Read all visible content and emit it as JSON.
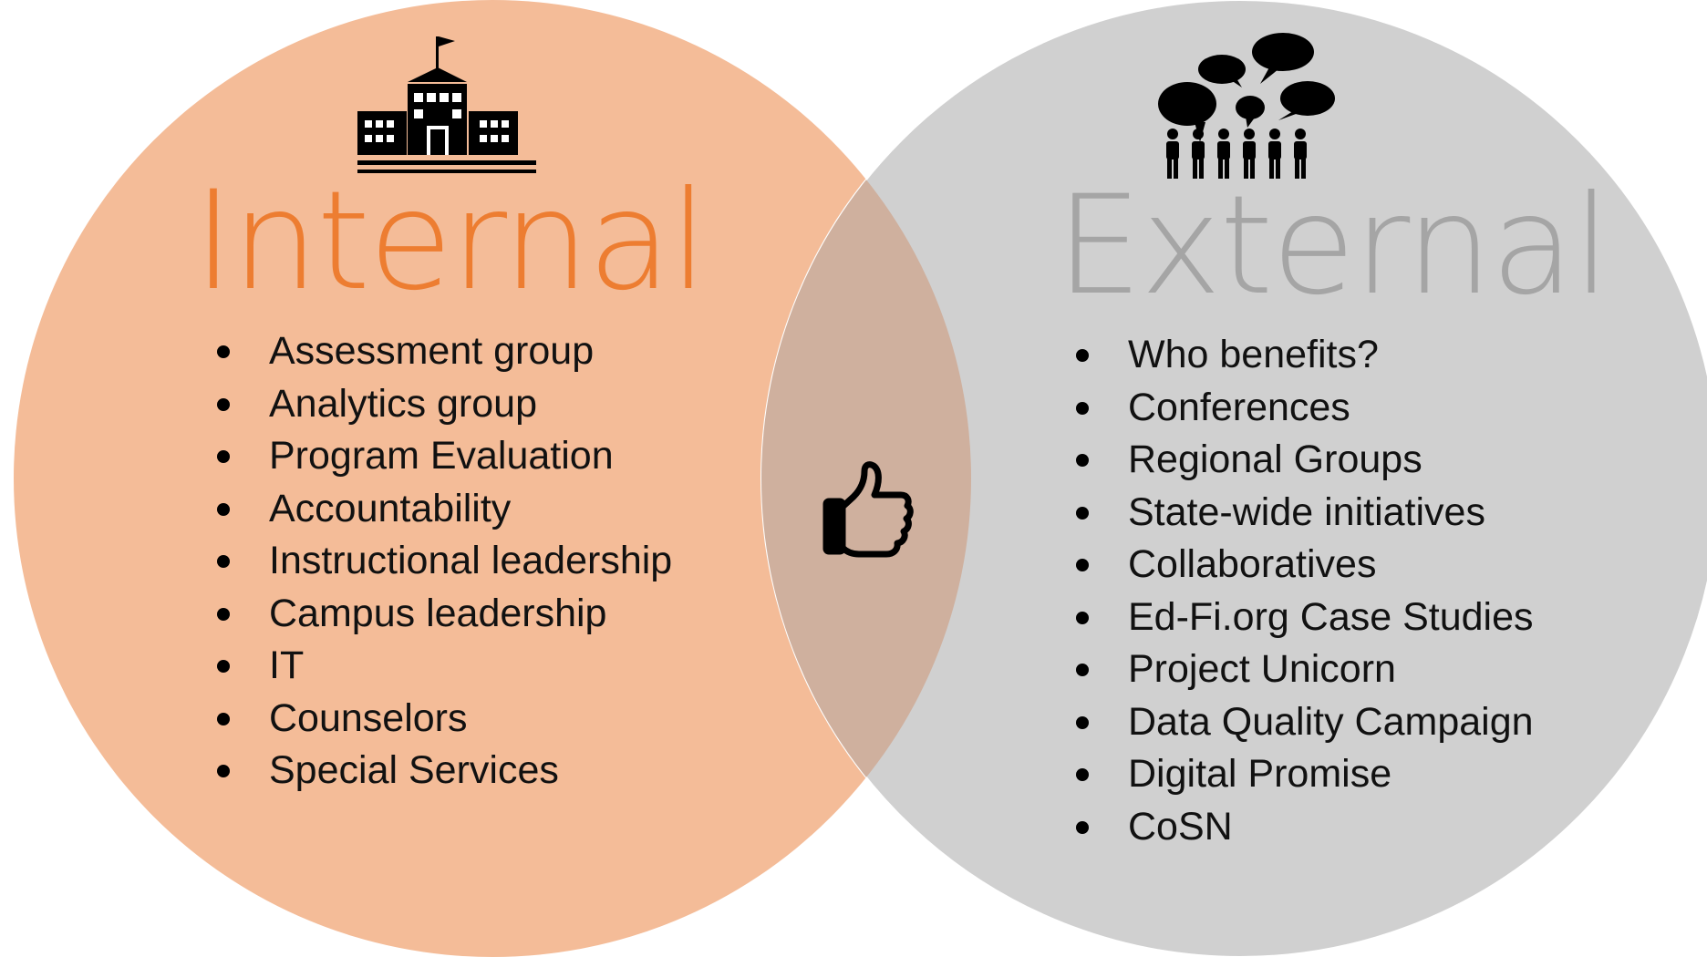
{
  "diagram": {
    "internal": {
      "title": "Internal",
      "icon": "school-building-icon",
      "color": "#F4BC98",
      "title_color": "#ED7D31",
      "items": [
        "Assessment group",
        "Analytics group",
        "Program Evaluation",
        "Accountability",
        "Instructional leadership",
        "Campus leadership",
        "IT",
        "Counselors",
        "Special Services"
      ]
    },
    "external": {
      "title": "External",
      "icon": "people-speech-bubbles-icon",
      "color": "#D0D0D0",
      "title_color": "#A5A5A5",
      "items": [
        "Who benefits?",
        "Conferences",
        "Regional Groups",
        "State-wide initiatives",
        "Collaboratives",
        "Ed-Fi.org Case Studies",
        "Project Unicorn",
        "Data Quality Campaign",
        "Digital Promise",
        "CoSN"
      ]
    },
    "overlap": {
      "icon": "thumbs-up-icon",
      "color": "#CFB09E"
    }
  }
}
